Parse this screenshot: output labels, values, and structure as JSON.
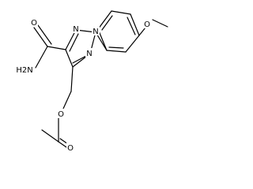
{
  "diagram": {
    "type": "chemical-structure",
    "atoms": {
      "n_top": "N",
      "n_middle": "N",
      "n_bottom": "N",
      "o_methoxy": "O",
      "o_amide": "O",
      "nh2": "H2N",
      "o_ester": "O",
      "o_carbonyl": "O"
    }
  }
}
